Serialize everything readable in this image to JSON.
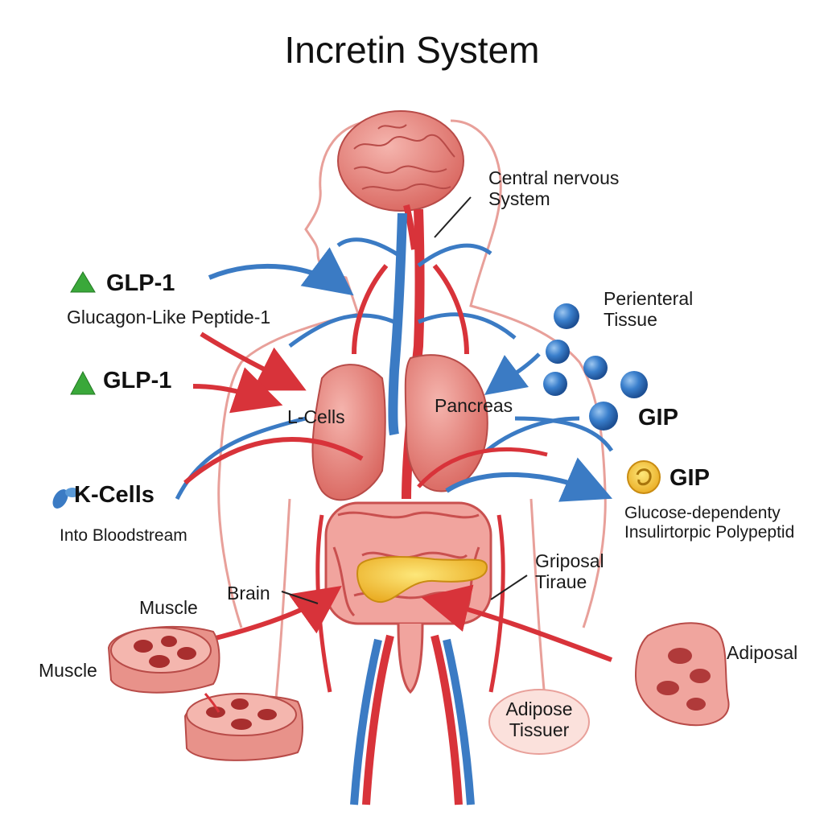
{
  "title": "Incretin System",
  "labels": {
    "cns_line1": "Central nervous",
    "cns_line2": "System",
    "glp1_a": "GLP-1",
    "glp1_a_desc": "Glucagon-Like Peptide-1",
    "glp1_b": "GLP-1",
    "peri_line1": "Perienteral",
    "peri_line2": "Tissue",
    "gip_a": "GIP",
    "l_cells": "L-Cells",
    "pancreas": "Pancreas",
    "kcells": "K-Cells",
    "kcells_desc": "Into Bloodstream",
    "gip_b": "GIP",
    "gip_desc_line1": "Glucose-dependenty",
    "gip_desc_line2": "Insulirtorpic Polypeptid",
    "griposal_line1": "Griposal",
    "griposal_line2": "Tiraue",
    "brain": "Brain",
    "muscle_a": "Muscle",
    "muscle_b": "Muscle",
    "adiposal": "Adiposal",
    "adipose_line1": "Adipose",
    "adipose_line2": "Tissuer"
  },
  "colors": {
    "artery": "#d8333a",
    "vein": "#3b7bc4",
    "organ": "#e88a86",
    "organ_dark": "#c9504f",
    "glp1_marker": "#3aa83a",
    "gip_sphere": "#2a68b5",
    "gip_marker": "#e6b820"
  }
}
